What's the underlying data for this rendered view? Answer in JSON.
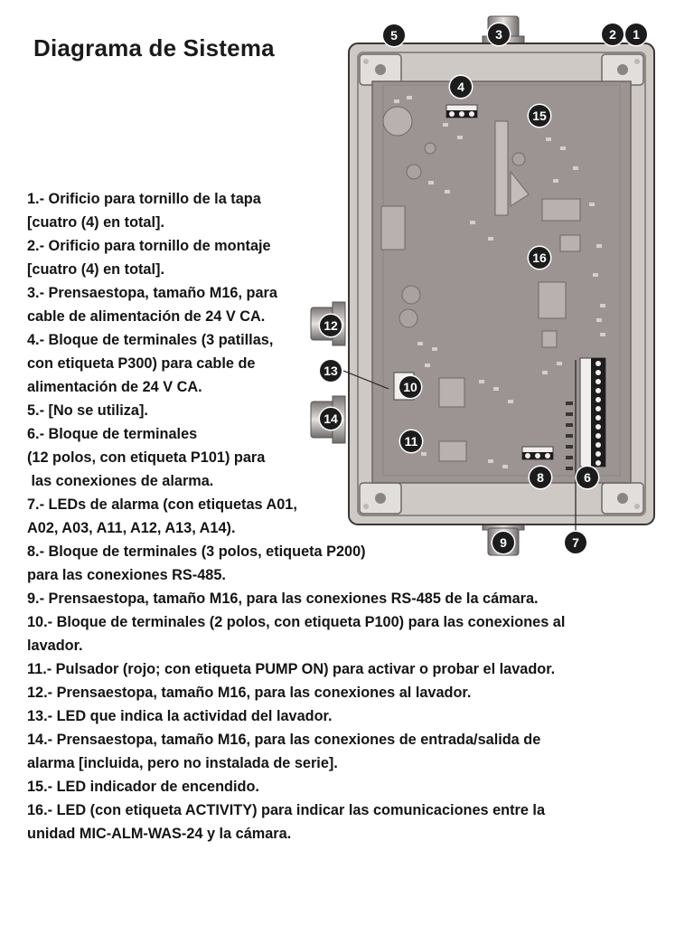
{
  "title": "Diagrama de Sistema",
  "description_lines": [
    "1.- Orificio para tornillo de la tapa",
    "[cuatro (4) en total].",
    "2.- Orificio para tornillo de montaje",
    "[cuatro (4) en total].",
    "3.- Prensaestopa, tamaño M16, para",
    "cable de alimentación de 24 V CA.",
    "4.- Bloque de terminales (3 patillas,",
    "con etiqueta P300) para cable de",
    "alimentación de 24 V CA.",
    "5.- [No se utiliza].",
    "6.- Bloque de terminales",
    "(12 polos, con etiqueta P101) para",
    " las conexiones de alarma.",
    "7.- LEDs de alarma (con etiquetas A01,",
    "A02, A03, A11, A12, A13, A14).",
    "8.- Bloque de terminales (3 polos, etiqueta P200)",
    "para las conexiones RS-485.",
    "9.- Prensaestopa, tamaño M16, para las conexiones RS-485 de la cámara.",
    "10.- Bloque de terminales (2 polos, con etiqueta P100) para las conexiones al",
    "lavador.",
    "11.- Pulsador (rojo; con etiqueta PUMP ON) para activar o probar el lavador.",
    "12.- Prensaestopa, tamaño M16, para las conexiones al lavador.",
    "13.- LED que indica la actividad del lavador.",
    "14.- Prensaestopa, tamaño M16, para las conexiones de entrada/salida de",
    "alarma [incluida, pero no instalada de serie].",
    "15.- LED indicador de encendido.",
    "16.- LED (con etiqueta ACTIVITY) para indicar las comunicaciones entre la",
    "unidad MIC-ALM-WAS-24 y la cámara."
  ],
  "callouts": [
    "1",
    "2",
    "3",
    "4",
    "5",
    "6",
    "7",
    "8",
    "9",
    "10",
    "11",
    "12",
    "13",
    "14",
    "15",
    "16"
  ],
  "colors": {
    "enclosure": "#cfc9c6",
    "board": "#9c9493",
    "badge": "#1c1c1c",
    "text": "#141414"
  }
}
